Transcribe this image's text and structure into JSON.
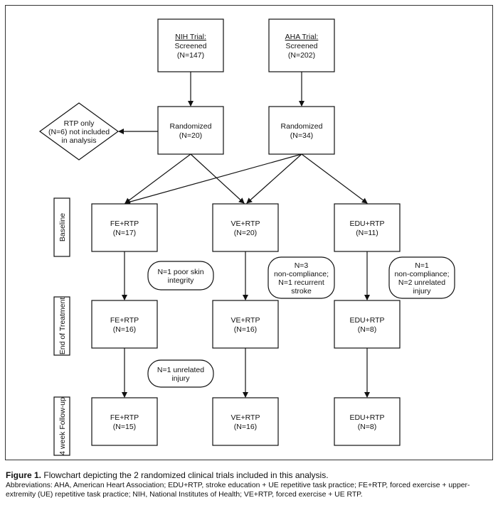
{
  "screening": [
    {
      "id": "nih",
      "lines": [
        "NIH Trial:",
        "Screened",
        "(N=147)"
      ]
    },
    {
      "id": "aha",
      "lines": [
        "AHA Trial:",
        "Screened",
        "(N=202)"
      ]
    }
  ],
  "randomized": [
    {
      "id": "nih",
      "lines": [
        "Randomized",
        "(N=20)"
      ]
    },
    {
      "id": "aha",
      "lines": [
        "Randomized",
        "(N=34)"
      ]
    }
  ],
  "excluded": {
    "lines": [
      "RTP only",
      "(N=6) not included",
      "in analysis"
    ]
  },
  "phases": [
    {
      "id": "baseline",
      "label": "Baseline"
    },
    {
      "id": "end-of-treatment",
      "label": "End of Treatment"
    },
    {
      "id": "followup",
      "label": "4 week Follow-up"
    }
  ],
  "arms": [
    {
      "id": "fe",
      "baseline": [
        "FE+RTP",
        "(N=17)"
      ],
      "end": [
        "FE+RTP",
        "(N=16)"
      ],
      "followup": [
        "FE+RTP",
        "(N=15)"
      ]
    },
    {
      "id": "ve",
      "baseline": [
        "VE+RTP",
        "(N=20)"
      ],
      "end": [
        "VE+RTP",
        "(N=16)"
      ],
      "followup": [
        "VE+RTP",
        "(N=16)"
      ]
    },
    {
      "id": "edu",
      "baseline": [
        "EDU+RTP",
        "(N=11)"
      ],
      "end": [
        "EDU+RTP",
        "(N=8)"
      ],
      "followup": [
        "EDU+RTP",
        "(N=8)"
      ]
    }
  ],
  "dropouts": [
    {
      "id": "fe-1",
      "lines": [
        "N=1 poor skin",
        "integrity"
      ]
    },
    {
      "id": "ve-1",
      "lines": [
        "N=3",
        "non-compliance;",
        "N=1 recurrent",
        "stroke"
      ]
    },
    {
      "id": "edu-1",
      "lines": [
        "N=1",
        "non-compliance;",
        "N=2 unrelated",
        "injury"
      ]
    },
    {
      "id": "fe-2",
      "lines": [
        "N=1 unrelated",
        "injury"
      ]
    }
  ],
  "caption": {
    "label": "Figure 1.",
    "text": "Flowchart depicting the 2 randomized clinical trials included in this analysis.",
    "abbreviations": "Abbreviations: AHA, American Heart Association; EDU+RTP, stroke education + UE repetitive task practice; FE+RTP, forced exercise + upper-extremity (UE) repetitive task practice; NIH, National Institutes of Health; VE+RTP, forced exercise + UE RTP."
  }
}
